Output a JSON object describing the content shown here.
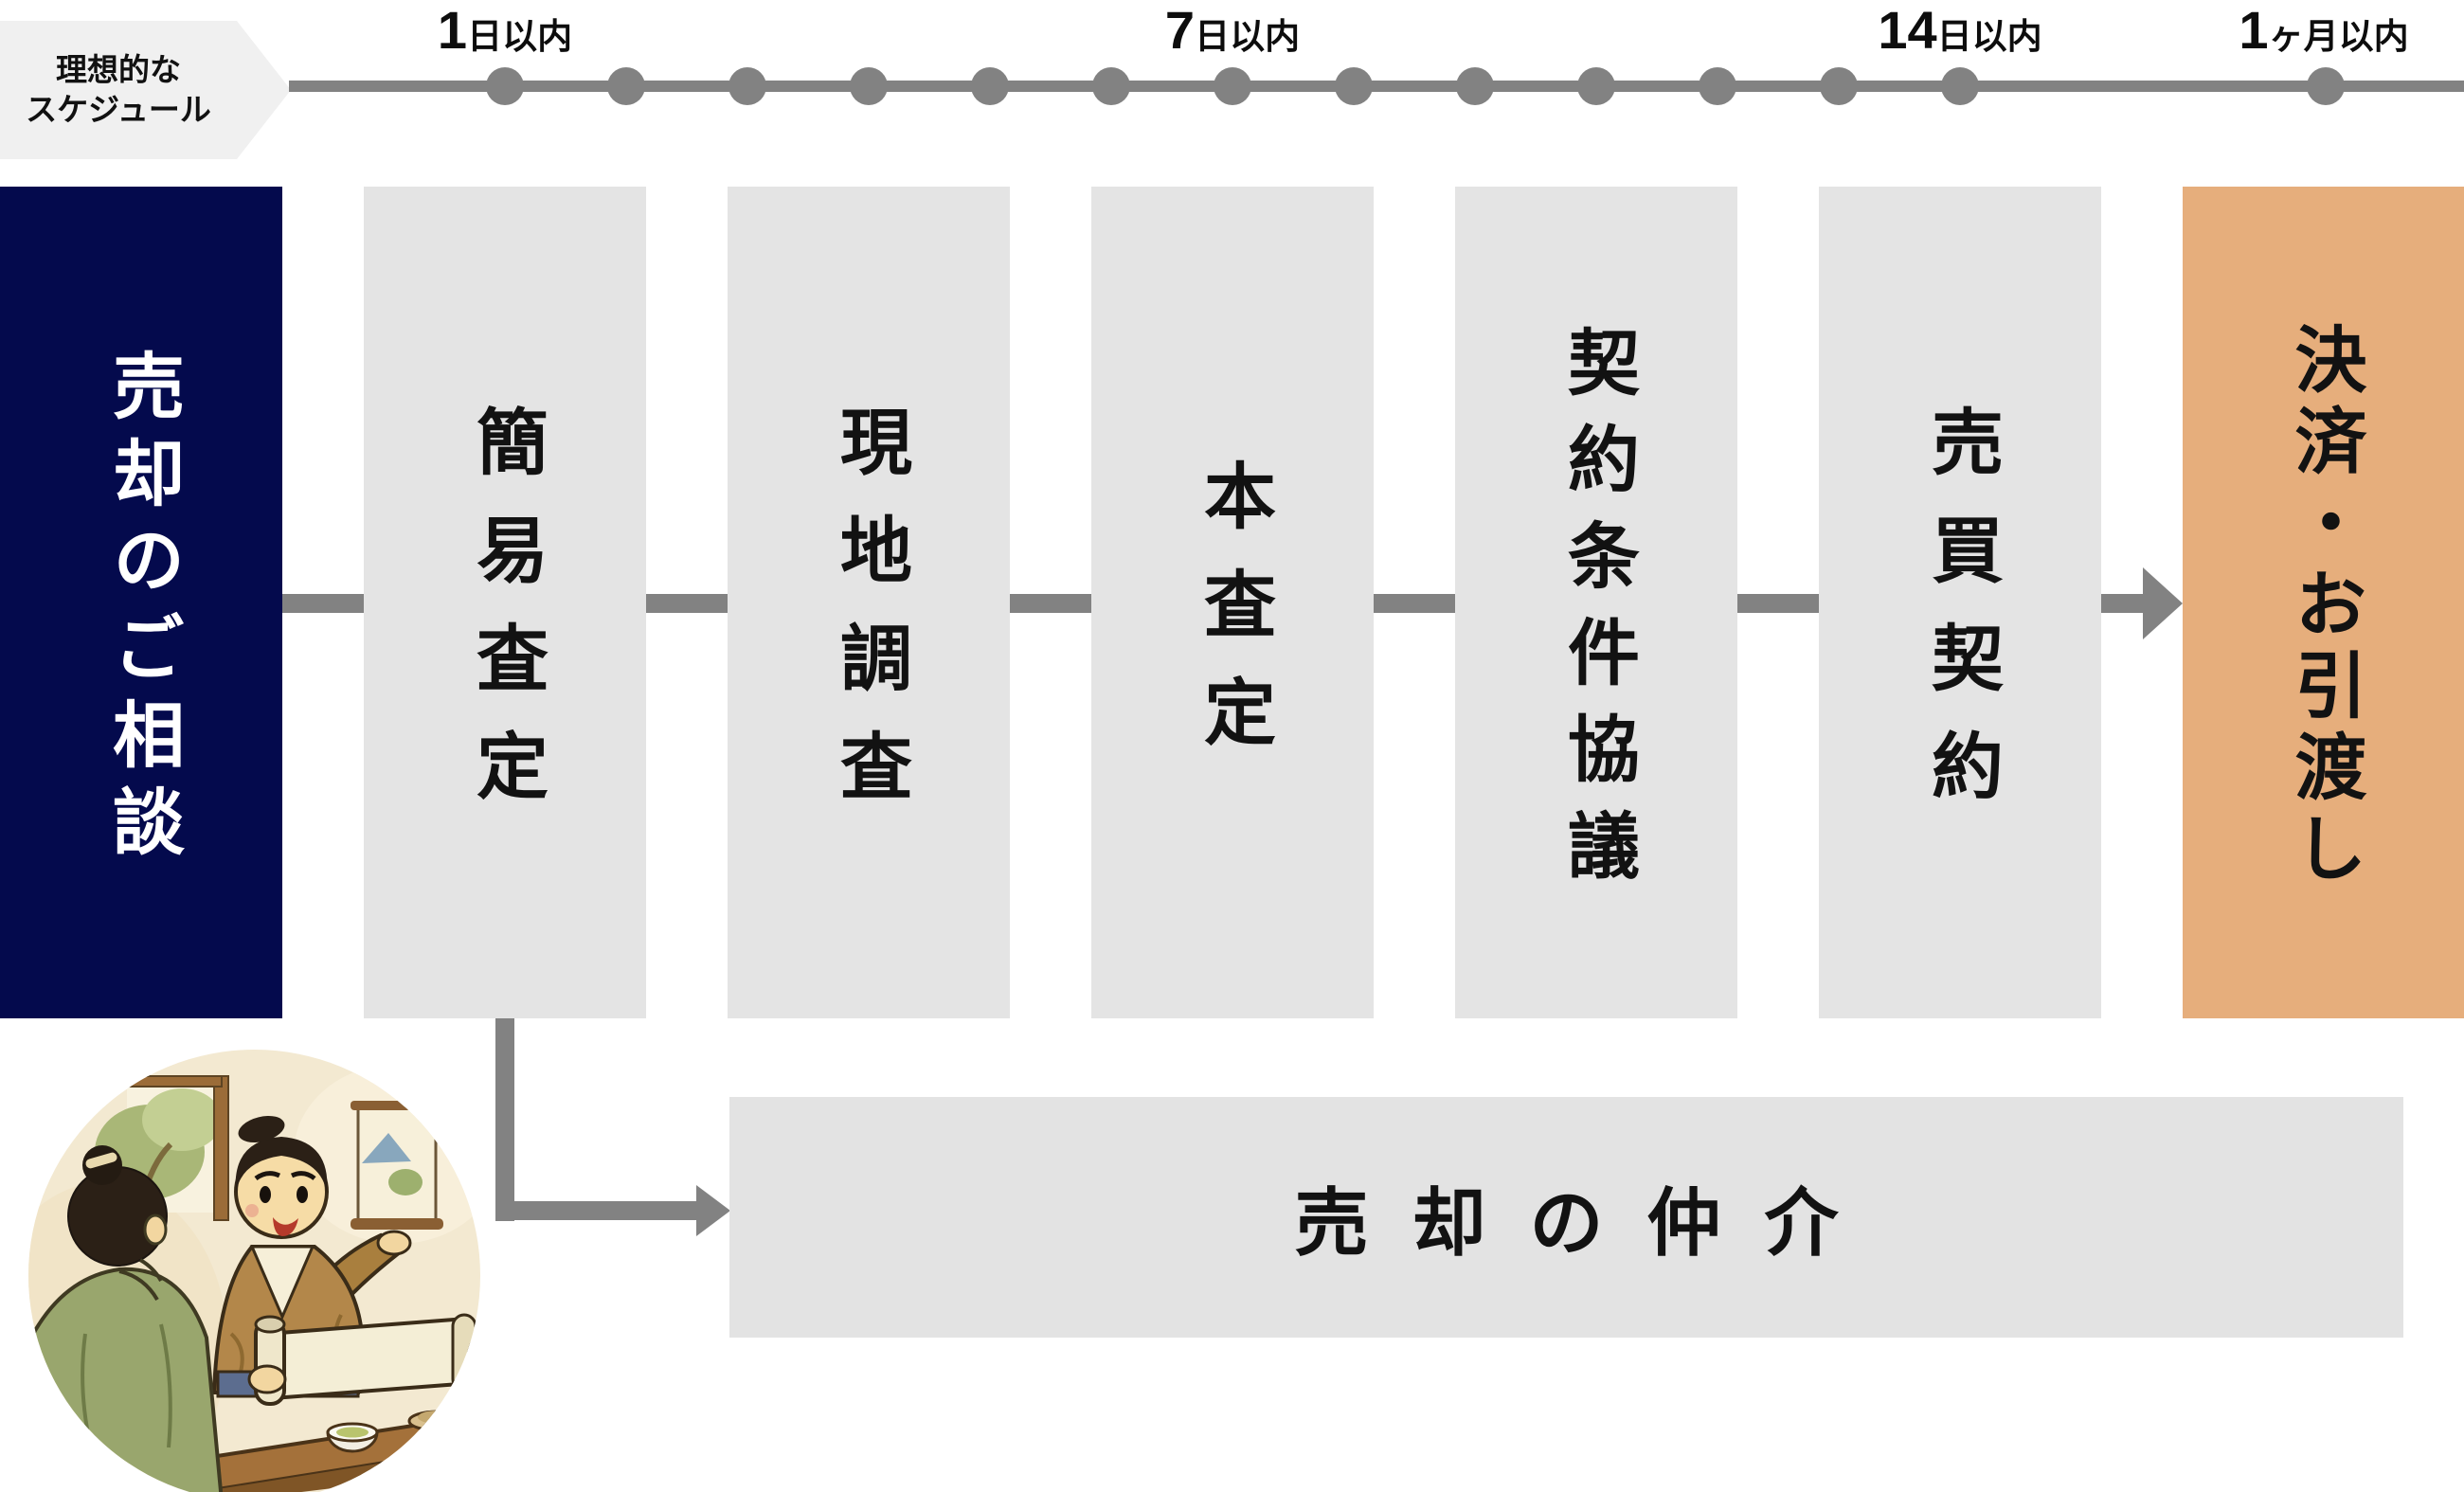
{
  "schedule_tag": {
    "line1": "理想的な",
    "line2": "スケジュール"
  },
  "timeline": {
    "labels": [
      {
        "number": "1",
        "unit": "日以内"
      },
      {
        "number": "7",
        "unit": "日以内"
      },
      {
        "number": "14",
        "unit": "日以内"
      },
      {
        "number": "1",
        "unit": "ヶ月以内"
      }
    ]
  },
  "steps": [
    {
      "label": "売却のご相談",
      "type": "primary"
    },
    {
      "label": "簡易査定",
      "type": "default"
    },
    {
      "label": "現地調査",
      "type": "default"
    },
    {
      "label": "本査定",
      "type": "default"
    },
    {
      "label": "契約条件協議",
      "type": "default"
    },
    {
      "label": "売買契約",
      "type": "default"
    },
    {
      "label": "決済・お引渡し",
      "type": "accent"
    }
  ],
  "bottom_flow": {
    "label": "売却の仲介"
  },
  "colors": {
    "primary_navy": "#040a4d",
    "step_gray": "#e4e4e4",
    "accent_orange": "#e6ae7c",
    "connector_gray": "#828282",
    "tag_gray": "#f0f0f0",
    "bar_gray": "#e3e3e3"
  }
}
